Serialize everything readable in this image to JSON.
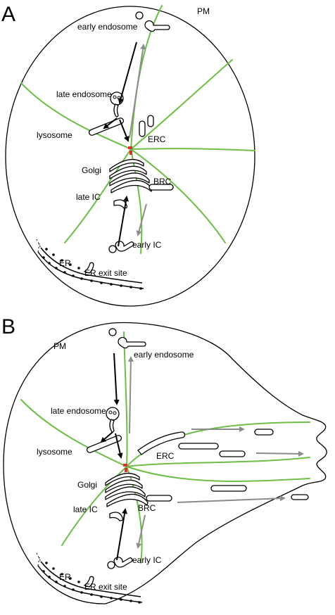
{
  "colors": {
    "microtubule": "#6dbe45",
    "centrosome": "#d9342b",
    "arrow_anterograde": "#000000",
    "arrow_retrograde": "#8c8c8c"
  },
  "panelA": {
    "letter": "A",
    "labels": {
      "pm": "PM",
      "early_endosome": "early endosome",
      "late_endosome": "late endosome",
      "lysosome": "lysosome",
      "erc": "ERC",
      "golgi": "Golgi",
      "brc": "BRC",
      "late_ic": "late IC",
      "early_ic": "early IC",
      "er": "ER",
      "er_exit_site": "ER exit site"
    }
  },
  "panelB": {
    "letter": "B",
    "labels": {
      "pm": "PM",
      "early_endosome": "early endosome",
      "late_endosome": "late endosome",
      "lysosome": "lysosome",
      "erc": "ERC",
      "golgi": "Golgi",
      "brc": "BRC",
      "late_ic": "late IC",
      "early_ic": "early IC",
      "er": "ER",
      "er_exit_site": "ER exit site"
    }
  }
}
